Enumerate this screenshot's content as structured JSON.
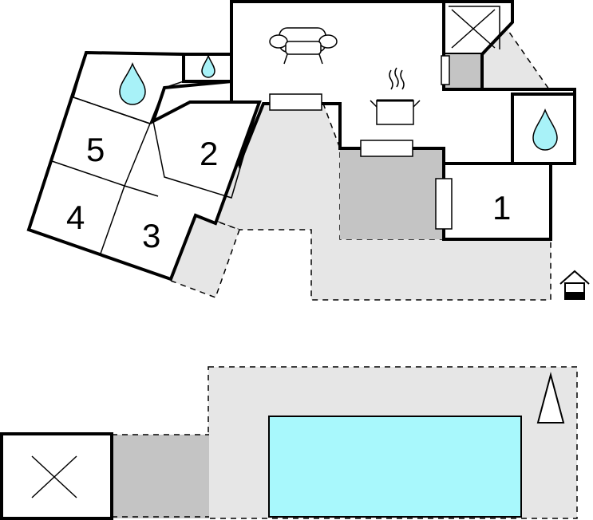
{
  "rooms": [
    {
      "label": "1"
    },
    {
      "label": "2"
    },
    {
      "label": "3"
    },
    {
      "label": "4"
    },
    {
      "label": "5"
    }
  ],
  "icons": [
    "sofa-icon",
    "cooking-pot-icon",
    "water-drop-icon",
    "parking-house-icon",
    "tree-icon",
    "stairs-cross-icon",
    "x-cross-icon"
  ],
  "colors": {
    "terrace": "#e6e6e6",
    "covered": "#c4c4c4",
    "pool": "#a8f8fc",
    "water": "#a8f2f8"
  }
}
